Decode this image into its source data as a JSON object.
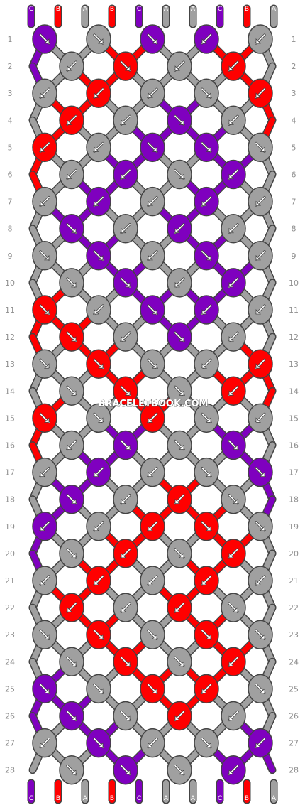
{
  "watermark": "BRACELETBOOK.COM",
  "colors": {
    "C": "#7f00bf",
    "B": "#ff0000",
    "A": "#a0a0a0",
    "outline": "#444444",
    "row_number": "#909090",
    "arrow": "#ffffff"
  },
  "top_strings": [
    "C",
    "B",
    "A",
    "B",
    "C",
    "A",
    "A",
    "C",
    "B",
    "A"
  ],
  "bottom_strings": [
    "C",
    "B",
    "A",
    "B",
    "C",
    "A",
    "A",
    "C",
    "B",
    "A"
  ],
  "row_numbers": [
    "1",
    "2",
    "3",
    "4",
    "5",
    "6",
    "7",
    "8",
    "9",
    "10",
    "11",
    "12",
    "13",
    "14",
    "15",
    "16",
    "17",
    "18",
    "19",
    "20",
    "21",
    "22",
    "23",
    "24",
    "25",
    "26",
    "27",
    "28"
  ],
  "knots": [
    [
      [
        "C",
        "R"
      ],
      [
        "A",
        "R"
      ],
      [
        "C",
        "R"
      ],
      [
        "C",
        "L"
      ],
      [
        "A",
        "L"
      ]
    ],
    [
      [
        "A",
        "L"
      ],
      [
        "B",
        "R"
      ],
      [
        "A",
        "L"
      ],
      [
        "B",
        "L"
      ]
    ],
    [
      [
        "A",
        "L"
      ],
      [
        "B",
        "L"
      ],
      [
        "A",
        "L"
      ],
      [
        "A",
        "R"
      ],
      [
        "B",
        "L"
      ]
    ],
    [
      [
        "B",
        "L"
      ],
      [
        "A",
        "L"
      ],
      [
        "C",
        "R"
      ],
      [
        "A",
        "L"
      ]
    ],
    [
      [
        "B",
        "L"
      ],
      [
        "A",
        "L"
      ],
      [
        "C",
        "R"
      ],
      [
        "C",
        "R"
      ],
      [
        "A",
        "R"
      ]
    ],
    [
      [
        "A",
        "L"
      ],
      [
        "C",
        "L"
      ],
      [
        "A",
        "R"
      ],
      [
        "C",
        "L"
      ]
    ],
    [
      [
        "A",
        "L"
      ],
      [
        "C",
        "L"
      ],
      [
        "A",
        "L"
      ],
      [
        "C",
        "L"
      ],
      [
        "A",
        "L"
      ]
    ],
    [
      [
        "C",
        "R"
      ],
      [
        "A",
        "L"
      ],
      [
        "C",
        "L"
      ],
      [
        "A",
        "L"
      ]
    ],
    [
      [
        "A",
        "R"
      ],
      [
        "C",
        "R"
      ],
      [
        "A",
        "L"
      ],
      [
        "C",
        "R"
      ],
      [
        "A",
        "L"
      ]
    ],
    [
      [
        "A",
        "R"
      ],
      [
        "C",
        "R"
      ],
      [
        "A",
        "L"
      ],
      [
        "C",
        "L"
      ]
    ],
    [
      [
        "B",
        "R"
      ],
      [
        "A",
        "L"
      ],
      [
        "C",
        "R"
      ],
      [
        "C",
        "L"
      ],
      [
        "A",
        "L"
      ]
    ],
    [
      [
        "B",
        "R"
      ],
      [
        "A",
        "L"
      ],
      [
        "C",
        "R"
      ],
      [
        "A",
        "L"
      ]
    ],
    [
      [
        "A",
        "R"
      ],
      [
        "B",
        "R"
      ],
      [
        "A",
        "R"
      ],
      [
        "A",
        "L"
      ],
      [
        "B",
        "L"
      ]
    ],
    [
      [
        "A",
        "R"
      ],
      [
        "B",
        "R"
      ],
      [
        "A",
        "R"
      ],
      [
        "B",
        "L"
      ]
    ],
    [
      [
        "B",
        "R"
      ],
      [
        "A",
        "R"
      ],
      [
        "B",
        "L"
      ],
      [
        "A",
        "R"
      ],
      [
        "A",
        "L"
      ]
    ],
    [
      [
        "A",
        "L"
      ],
      [
        "C",
        "R"
      ],
      [
        "A",
        "R"
      ],
      [
        "C",
        "R"
      ]
    ],
    [
      [
        "A",
        "L"
      ],
      [
        "C",
        "L"
      ],
      [
        "A",
        "L"
      ],
      [
        "A",
        "R"
      ],
      [
        "C",
        "R"
      ]
    ],
    [
      [
        "C",
        "R"
      ],
      [
        "A",
        "L"
      ],
      [
        "B",
        "L"
      ],
      [
        "A",
        "R"
      ]
    ],
    [
      [
        "C",
        "L"
      ],
      [
        "A",
        "L"
      ],
      [
        "B",
        "L"
      ],
      [
        "B",
        "R"
      ],
      [
        "A",
        "R"
      ]
    ],
    [
      [
        "A",
        "R"
      ],
      [
        "B",
        "L"
      ],
      [
        "A",
        "R"
      ],
      [
        "B",
        "L"
      ]
    ],
    [
      [
        "A",
        "L"
      ],
      [
        "B",
        "L"
      ],
      [
        "A",
        "L"
      ],
      [
        "B",
        "L"
      ],
      [
        "A",
        "L"
      ]
    ],
    [
      [
        "B",
        "L"
      ],
      [
        "A",
        "L"
      ],
      [
        "B",
        "L"
      ],
      [
        "A",
        "R"
      ]
    ],
    [
      [
        "A",
        "R"
      ],
      [
        "B",
        "R"
      ],
      [
        "A",
        "R"
      ],
      [
        "B",
        "R"
      ],
      [
        "A",
        "R"
      ]
    ],
    [
      [
        "A",
        "R"
      ],
      [
        "B",
        "R"
      ],
      [
        "A",
        "R"
      ],
      [
        "B",
        "L"
      ]
    ],
    [
      [
        "C",
        "R"
      ],
      [
        "A",
        "R"
      ],
      [
        "B",
        "R"
      ],
      [
        "B",
        "L"
      ],
      [
        "A",
        "R"
      ]
    ],
    [
      [
        "C",
        "R"
      ],
      [
        "A",
        "R"
      ],
      [
        "B",
        "L"
      ],
      [
        "A",
        "L"
      ]
    ],
    [
      [
        "A",
        "L"
      ],
      [
        "C",
        "R"
      ],
      [
        "A",
        "L"
      ],
      [
        "A",
        "R"
      ],
      [
        "C",
        "L"
      ]
    ],
    [
      [
        "A",
        "R"
      ],
      [
        "C",
        "R"
      ],
      [
        "A",
        "R"
      ],
      [
        "C",
        "L"
      ]
    ]
  ]
}
